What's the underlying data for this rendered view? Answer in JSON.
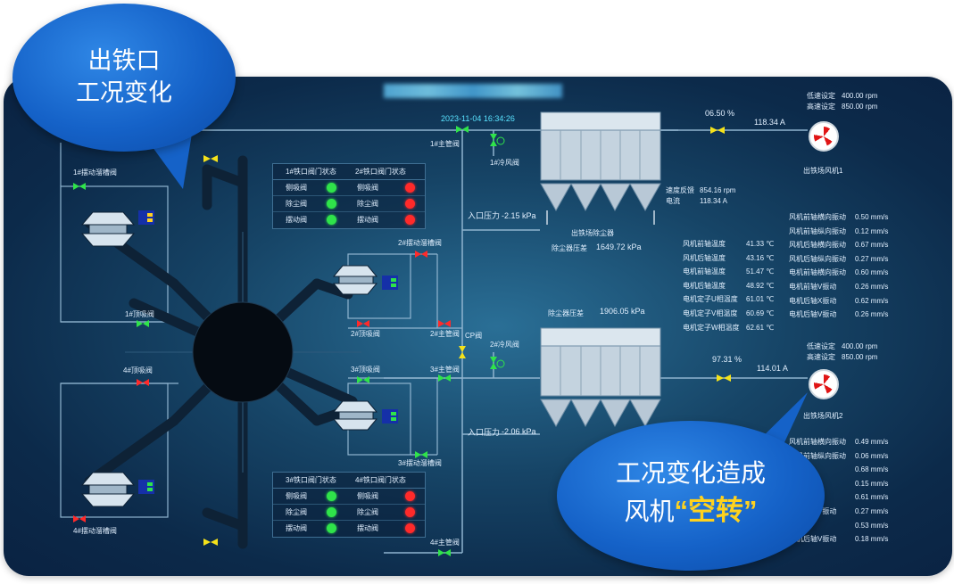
{
  "callouts": {
    "top_left": {
      "line1": "出铁口",
      "line2": "工况变化"
    },
    "bottom_right": {
      "line1": "工况变化造成",
      "line2_prefix": "风机",
      "line2_quote_open": "“",
      "line2_highlight": "空转",
      "line2_quote_close": "”"
    }
  },
  "timestamp": "2023-11-04 16:34:26",
  "pipes": {
    "main1": "1#主管阀",
    "cold1": "1#冷风阀",
    "main2": "2#主管阀",
    "main3": "3#主管阀",
    "main4": "4#主管阀",
    "cold2": "2#冷风阀",
    "cp": "CP阀",
    "cold_line": "2#冷风阀"
  },
  "valves_left": {
    "swing1": "1#摆动溜槽阀",
    "top1": "1#顶吸阀",
    "swing2": "2#摆动溜槽阀",
    "top2": "2#顶吸阀",
    "top3": "3#顶吸阀",
    "top4": "4#顶吸阀",
    "swing3": "3#摆动溜槽阀",
    "swing4": "4#摆动溜槽阀"
  },
  "table1": {
    "col1": "1#铁口阀门状态",
    "col2": "2#铁口阀门状态",
    "rows": [
      {
        "a": "侧吸阀",
        "b": "侧吸阀"
      },
      {
        "a": "除尘阀",
        "b": "除尘阀"
      },
      {
        "a": "摆动阀",
        "b": "摆动阀"
      }
    ]
  },
  "table2": {
    "col1": "3#铁口阀门状态",
    "col2": "4#铁口阀门状态",
    "rows": [
      {
        "a": "侧吸阀",
        "b": "侧吸阀"
      },
      {
        "a": "除尘阀",
        "b": "除尘阀"
      },
      {
        "a": "摆动阀",
        "b": "摆动阀"
      }
    ]
  },
  "collectors": {
    "top": {
      "inlet_label": "入口压力",
      "inlet_value": "-2.15 kPa",
      "name": "出铁场除尘器",
      "dp_label": "除尘器压差",
      "dp_value": "1649.72 kPa"
    },
    "bottom": {
      "dp_label": "除尘器压差",
      "dp_value": "1906.05 kPa",
      "inlet_label": "入口压力",
      "inlet_value": "-2.06 kPa"
    }
  },
  "fan1": {
    "name": "出铁场风机1",
    "set_low_label": "低速设定",
    "set_low": "400.00 rpm",
    "set_high_label": "高速设定",
    "set_high": "850.00 rpm",
    "opening": "06.50 %",
    "current": "118.34 A",
    "speed_label": "速度反馈",
    "speed_value": "854.16 rpm",
    "cur_label": "电流",
    "cur_value": "118.34 A",
    "vib_labels": [
      "风机前轴横向振动",
      "风机前轴纵向振动",
      "风机后轴横向振动",
      "风机后轴纵向振动",
      "电机前轴横向振动",
      "电机前轴V振动",
      "电机后轴X振动",
      "电机后轴V振动"
    ],
    "vib_values": [
      "0.50 mm/s",
      "0.12 mm/s",
      "0.67 mm/s",
      "0.27 mm/s",
      "0.60 mm/s",
      "0.26 mm/s",
      "0.62 mm/s",
      "0.26 mm/s"
    ],
    "temp_labels": [
      "风机前轴温度",
      "风机后轴温度",
      "电机前轴温度",
      "电机后轴温度",
      "电机定子U相温度",
      "电机定子V相温度",
      "电机定子W相温度"
    ],
    "temp_values": [
      "41.33 ℃",
      "43.16 ℃",
      "51.47 ℃",
      "48.92 ℃",
      "61.01 ℃",
      "60.69 ℃",
      "62.61 ℃"
    ]
  },
  "fan2": {
    "name": "出铁场风机2",
    "set_low_label": "低速设定",
    "set_low": "400.00 rpm",
    "set_high_label": "高速设定",
    "set_high": "850.00 rpm",
    "opening": "97.31 %",
    "current": "114.01 A",
    "vib_labels": [
      "风机前轴横向振动",
      "风机前轴纵向振动",
      "",
      "",
      "",
      "电机后轴V振动",
      "",
      "电机后轴V振动"
    ],
    "vib_values": [
      "0.49 mm/s",
      "0.06 mm/s",
      "0.68 mm/s",
      "0.15 mm/s",
      "0.61 mm/s",
      "0.27 mm/s",
      "0.53 mm/s",
      "0.18 mm/s"
    ]
  },
  "colors": {
    "ok": "#2fe34a",
    "alarm": "#ff2a2a",
    "panel": "#0c2a4a",
    "callout": "#1562c8",
    "highlight": "#ffd21e"
  }
}
